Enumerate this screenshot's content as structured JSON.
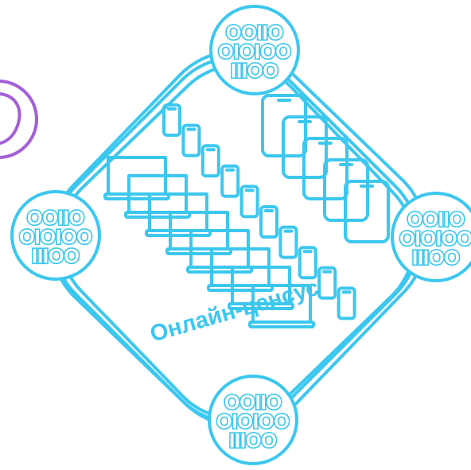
{
  "colors": {
    "accent": "#3cc7ef",
    "purple": "#a25fd8",
    "background": "#ffffff"
  },
  "caption": "Онлайн-ценсус",
  "binary_nodes": [
    {
      "name": "binary-node-top",
      "lines": [
        "OOIIO",
        "OIOIOO",
        "IIIOO"
      ]
    },
    {
      "name": "binary-node-left",
      "lines": [
        "OOIIO",
        "OIOIOO",
        "IIIOO"
      ]
    },
    {
      "name": "binary-node-right",
      "lines": [
        "OOIIO",
        "OIOIOO",
        "IIIOO"
      ]
    },
    {
      "name": "binary-node-bottom",
      "lines": [
        "OOIIO",
        "OIOIOO",
        "IIIOO"
      ]
    }
  ],
  "devices": {
    "laptop_count": 8,
    "phone_count": 10,
    "tablet_count": 5
  },
  "decorations": [
    "purple-partial-circle-icon"
  ]
}
